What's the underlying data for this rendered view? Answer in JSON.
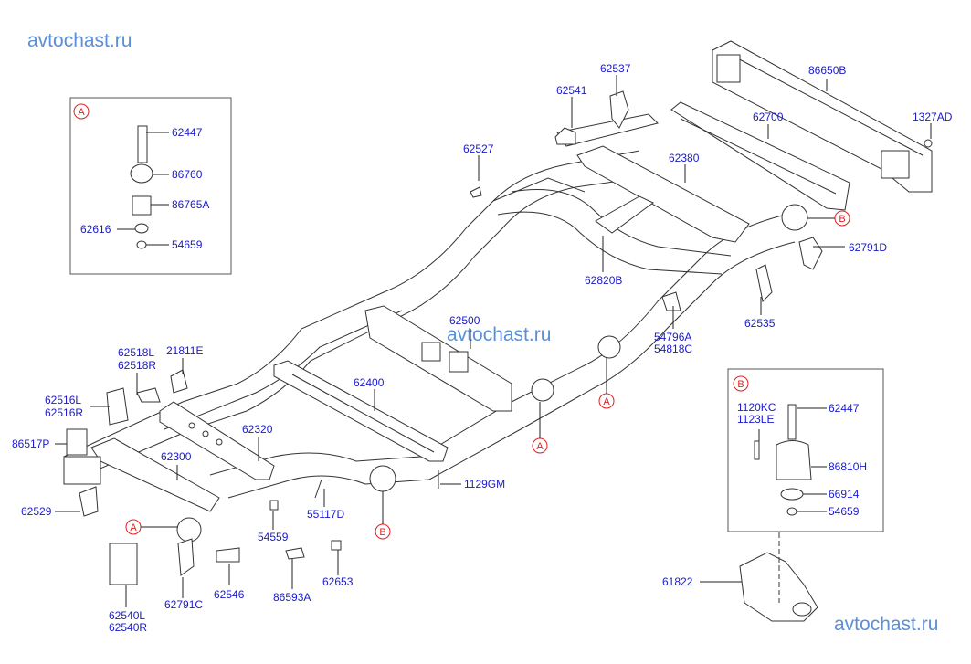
{
  "watermarks": [
    "avtochast.ru",
    "avtochast.ru",
    "avtochast.ru"
  ],
  "callout_refs": {
    "a": "A",
    "b": "B"
  },
  "detail_a": {
    "ref": "A",
    "parts": [
      "62447",
      "86760",
      "86765A",
      "62616",
      "54659"
    ]
  },
  "detail_b": {
    "ref": "B",
    "parts": [
      "1120KC",
      "1123LE",
      "62447",
      "86810H",
      "66914",
      "54659"
    ]
  },
  "parts": {
    "p62537": "62537",
    "p62541": "62541",
    "p62527": "62527",
    "p62380": "62380",
    "p62820B": "62820B",
    "p86650B": "86650B",
    "p1327AD": "1327AD",
    "p62700": "62700",
    "p62791D": "62791D",
    "p62535": "62535",
    "p54796A": "54796A",
    "p54818C": "54818C",
    "p62500": "62500",
    "p62400": "62400",
    "p62518L": "62518L",
    "p62518R": "62518R",
    "p21811E": "21811E",
    "p62516L": "62516L",
    "p62516R": "62516R",
    "p86517P": "86517P",
    "p62320": "62320",
    "p62300": "62300",
    "p62529": "62529",
    "p1129GM": "1129GM",
    "p55117D": "55117D",
    "p54559": "54559",
    "p62540L": "62540L",
    "p62540R": "62540R",
    "p62791C": "62791C",
    "p62546": "62546",
    "p86593A": "86593A",
    "p62653": "62653",
    "p61822": "61822"
  }
}
